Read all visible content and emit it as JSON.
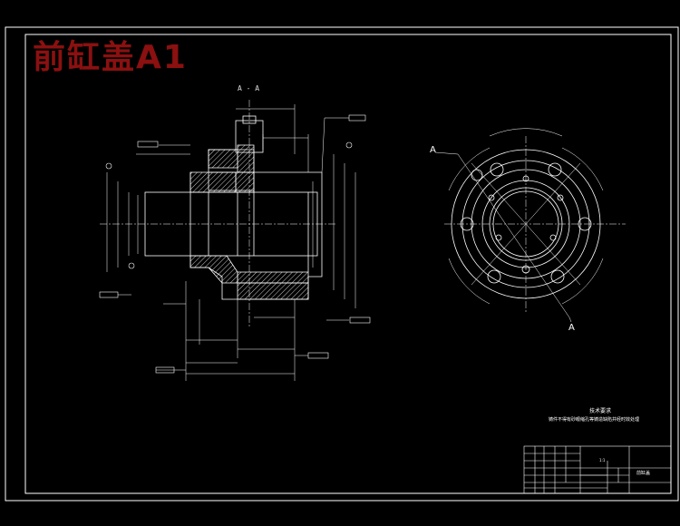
{
  "title": "前缸盖A1",
  "section_label": "A - A",
  "view_letters": [
    "A",
    "A"
  ],
  "tech_requirements": {
    "heading": "技术要求",
    "text": "铸件不得有砂眼缩孔等铸造缺陷并经时效处理"
  },
  "title_block": {
    "scale": "1:1",
    "part_name": "前缸盖"
  },
  "colors": {
    "background": "#000000",
    "lines": "#ffffff",
    "title": "#8b1010",
    "hatch": "#ffffff",
    "centerline": "#ffffff"
  }
}
